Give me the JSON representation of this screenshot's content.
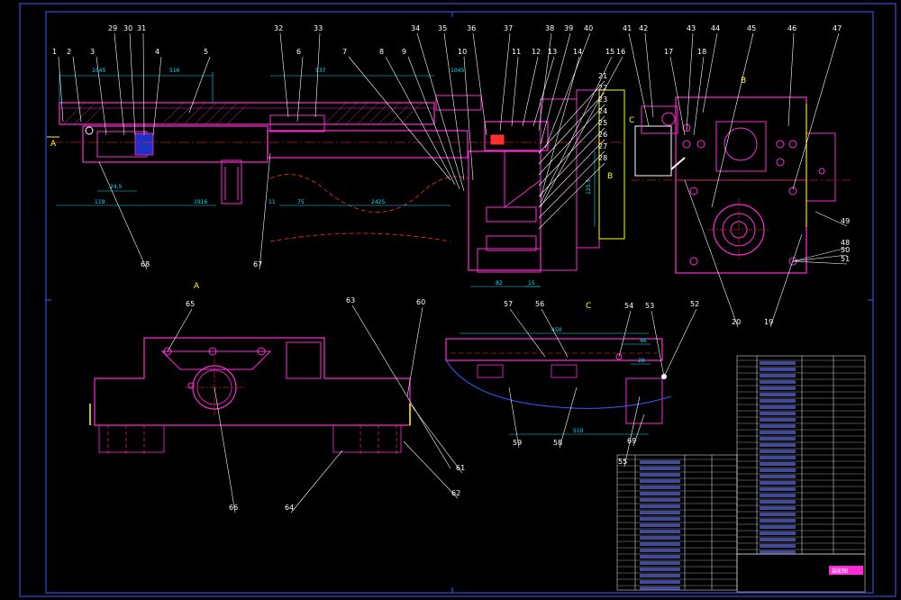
{
  "colors": {
    "background": "#000000",
    "border": "#3b5bff",
    "outline": "#ff2bd6",
    "hidden": "#ff3030",
    "leader": "#ffffff",
    "dimension": "#00e5ff",
    "section": "#ffff00",
    "fill_blue": "#2030c0"
  },
  "section_labels": {
    "a_left": "A",
    "a_top": "A",
    "b_mark": "B",
    "b_right": "B",
    "c_mark": "C",
    "c_title": "C"
  },
  "balloons_top": [
    "1",
    "2",
    "3",
    "29",
    "30",
    "31",
    "4",
    "5",
    "32",
    "6",
    "33",
    "7",
    "8",
    "9",
    "34",
    "35",
    "10",
    "36",
    "37",
    "11",
    "12",
    "13",
    "38",
    "39",
    "40",
    "14",
    "15",
    "16",
    "41",
    "42",
    "17",
    "43",
    "18",
    "44",
    "45",
    "46",
    "47"
  ],
  "balloons_mid": [
    "21",
    "22",
    "23",
    "24",
    "25",
    "26",
    "27",
    "28"
  ],
  "balloons_right": [
    "48",
    "49",
    "50",
    "51",
    "20",
    "19"
  ],
  "balloons_bottom_left": [
    "68",
    "67",
    "65",
    "66",
    "64",
    "63",
    "62",
    "61",
    "60"
  ],
  "balloons_bottom_right": [
    "57",
    "56",
    "54",
    "53",
    "52",
    "55",
    "59",
    "58",
    "69"
  ],
  "dimensions": [
    "1045",
    "516",
    "537",
    "1045",
    "2425",
    "119",
    "1916",
    "11",
    "75",
    "24.5",
    "125.5",
    "82",
    "15",
    "450",
    "46",
    "28",
    "510"
  ],
  "title_block": {
    "drawing_title": "装配图"
  }
}
